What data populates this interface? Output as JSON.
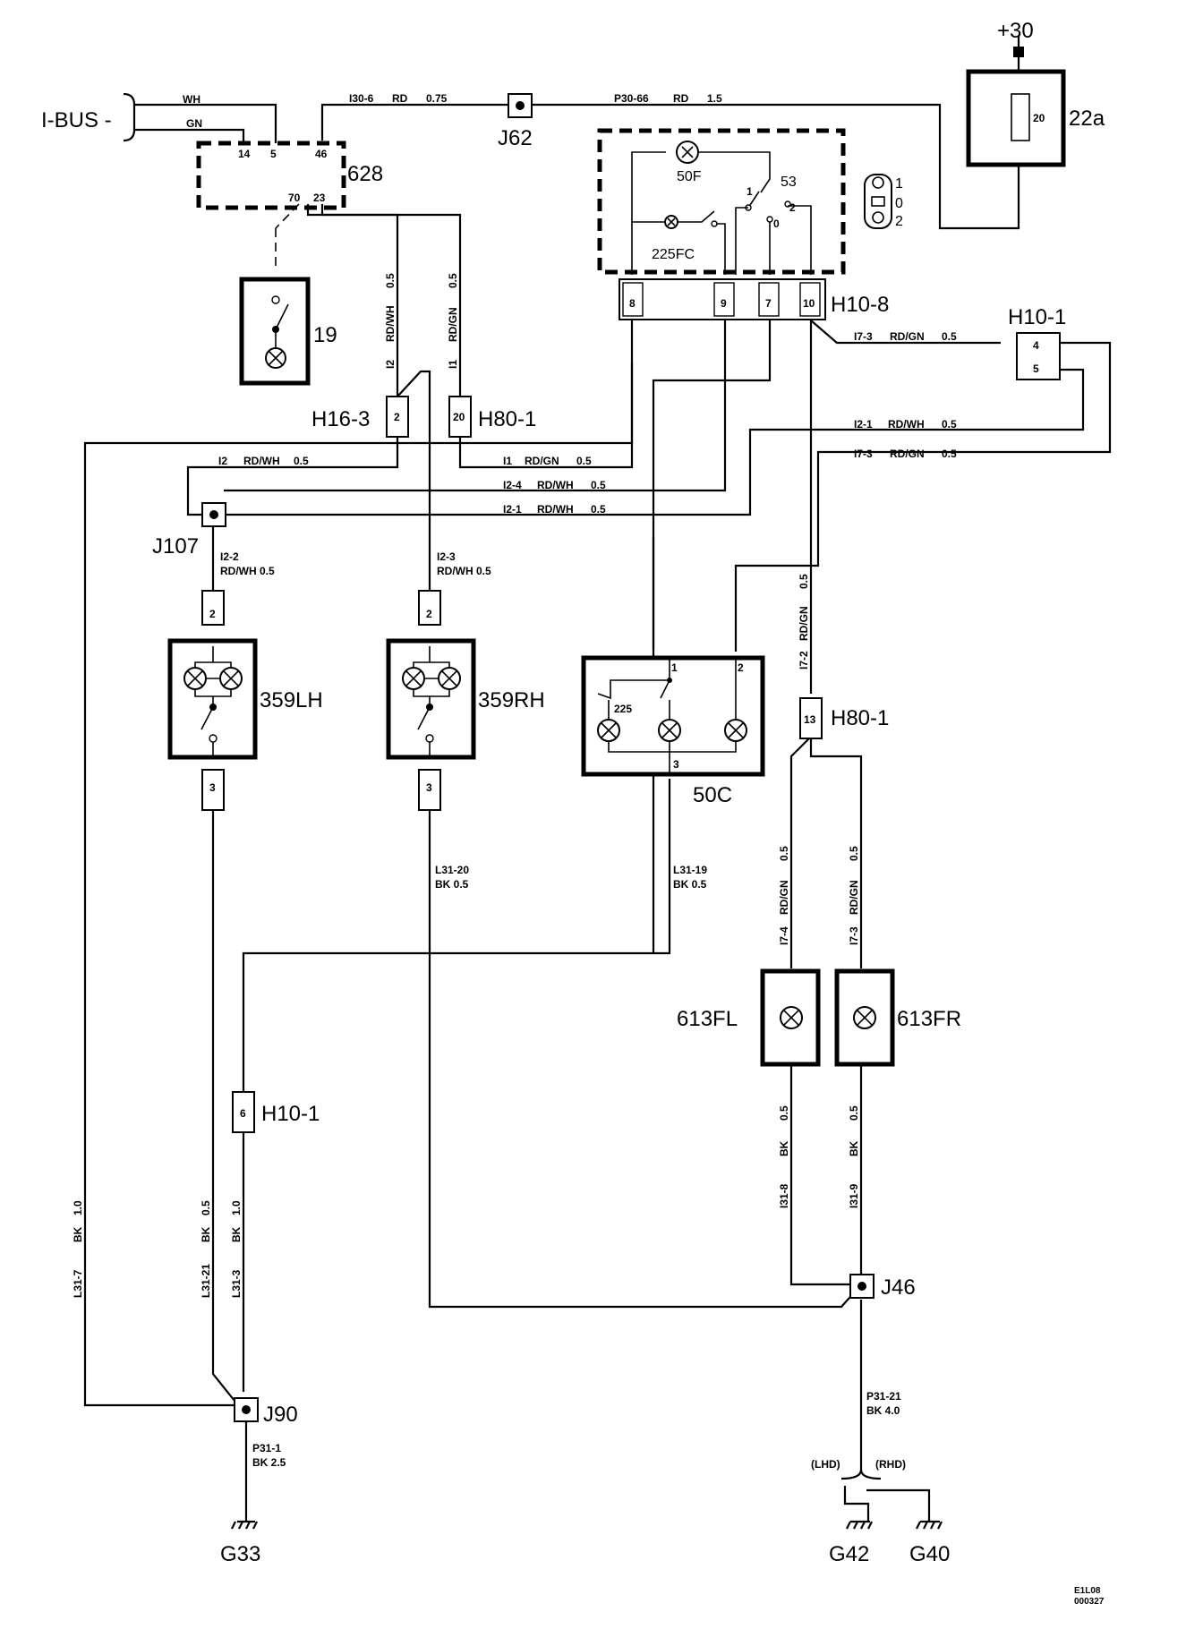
{
  "top": {
    "battery": "+30",
    "fuse_num": "20",
    "fuse_id": "22a"
  },
  "ibus": {
    "label": "I-BUS -",
    "wh": "WH",
    "gn": "GN"
  },
  "module628": {
    "id": "628",
    "pin14": "14",
    "pin5": "5",
    "pin46": "46",
    "pin70": "70",
    "pin23": "23"
  },
  "wires": {
    "i30_6": "I30-6",
    "i30_6_c": "RD",
    "i30_6_g": "0.75",
    "p30_66": "P30-66",
    "p30_66_c": "RD",
    "p30_66_g": "1.5",
    "i2_v": "I2",
    "i2_v_c": "RD/WH",
    "i2_v_g": "0.5",
    "i1_v": "I1",
    "i1_v_c": "RD/GN",
    "i1_v_g": "0.5",
    "i7_3a": "I7-3",
    "i7_3a_c": "RD/GN",
    "i7_3a_g": "0.5",
    "i2_1a": "I2-1",
    "i2_1a_c": "RD/WH",
    "i2_1a_g": "0.5",
    "i7_3b": "I7-3",
    "i7_3b_c": "RD/GN",
    "i7_3b_g": "0.5",
    "i2_h": "I2",
    "i2_h_c": "RD/WH",
    "i2_h_g": "0.5",
    "i1_h": "I1",
    "i1_h_c": "RD/GN",
    "i1_h_g": "0.5",
    "i2_4": "I2-4",
    "i2_4_c": "RD/WH",
    "i2_4_g": "0.5",
    "i2_1b": "I2-1",
    "i2_1b_c": "RD/WH",
    "i2_1b_g": "0.5",
    "i2_2": "I2-2",
    "i2_2_cg": "RD/WH  0.5",
    "i2_3": "I2-3",
    "i2_3_cg": "RD/WH  0.5",
    "i7_2": "I7-2",
    "i7_2_c": "RD/GN",
    "i7_2_g": "0.5",
    "l31_20": "L31-20",
    "l31_20_cg": "BK  0.5",
    "l31_19": "L31-19",
    "l31_19_cg": "BK  0.5",
    "i7_4": "I7-4",
    "i7_4_c": "RD/GN",
    "i7_4_g": "0.5",
    "i7_3c": "I7-3",
    "i7_3c_c": "RD/GN",
    "i7_3c_g": "0.5",
    "l31_7": "L31-7",
    "l31_7_c": "BK",
    "l31_7_g": "1.0",
    "l31_21": "L31-21",
    "l31_21_c": "BK",
    "l31_21_g": "0.5",
    "l31_3": "L31-3",
    "l31_3_c": "BK",
    "l31_3_g": "1.0",
    "i31_8": "I31-8",
    "i31_8_c": "BK",
    "i31_8_g": "0.5",
    "i31_9": "I31-9",
    "i31_9_c": "BK",
    "i31_9_g": "0.5",
    "p31_21": "P31-21",
    "p31_21_cg": "BK  4.0",
    "p31_1": "P31-1",
    "p31_1_cg": "BK  2.5"
  },
  "components": {
    "j62": "J62",
    "c50f": "50F",
    "c225fc": "225FC",
    "c53": "53",
    "sw1": "1",
    "sw2": "2",
    "sw0": "0",
    "leg1": "1",
    "leg0": "0",
    "leg2": "2",
    "h10_8": "H10-8",
    "h10_8_p8": "8",
    "h10_8_p9": "9",
    "h10_8_p7": "7",
    "h10_8_p10": "10",
    "h10_1": "H10-1",
    "h10_1_p4": "4",
    "h10_1_p5": "5",
    "c19": "19",
    "h16_3": "H16-3",
    "h16_3_p": "2",
    "h80_1a": "H80-1",
    "h80_1a_p": "20",
    "j107": "J107",
    "lh": "359LH",
    "lh_p2": "2",
    "lh_p3": "3",
    "rh": "359RH",
    "rh_p2": "2",
    "rh_p3": "3",
    "c50c": "50C",
    "c50c_p1": "1",
    "c50c_p2": "2",
    "c50c_p3": "3",
    "c50c_225": "225",
    "h80_1b": "H80-1",
    "h80_1b_p": "13",
    "fl": "613FL",
    "fr": "613FR",
    "h10_1b": "H10-1",
    "h10_1b_p": "6",
    "j46": "J46",
    "j90": "J90",
    "lhd": "(LHD)",
    "rhd": "(RHD)",
    "g33": "G33",
    "g42": "G42",
    "g40": "G40",
    "ref1": "E1L08",
    "ref2": "000327"
  }
}
